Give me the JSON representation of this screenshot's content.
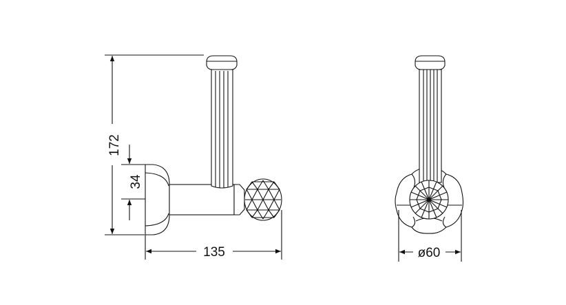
{
  "drawing": {
    "side_view": {
      "height_dimension": "172",
      "plate_dimension": "34",
      "projection_dimension": "135"
    },
    "front_view": {
      "diameter_dimension": "ø60"
    },
    "line_color": "#111111"
  }
}
